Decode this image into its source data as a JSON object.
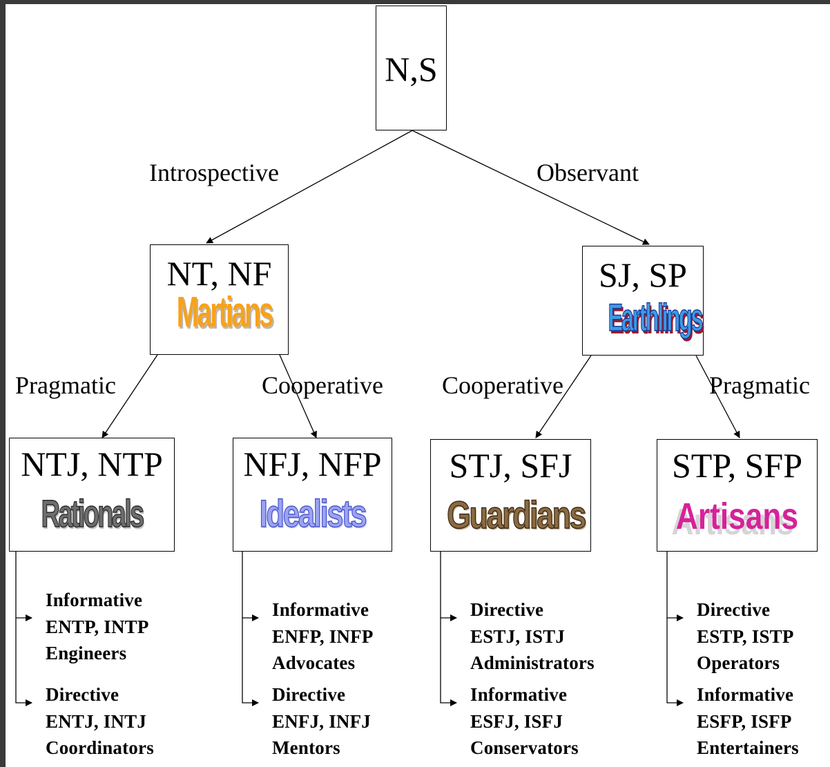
{
  "root": {
    "label": "N,S"
  },
  "branches": {
    "introspective": "Introspective",
    "observant": "Observant",
    "left_pragmatic": "Pragmatic",
    "left_cooperative": "Cooperative",
    "right_cooperative": "Cooperative",
    "right_pragmatic": "Pragmatic"
  },
  "mid_boxes": [
    {
      "code": "NT, NF",
      "wordart": "Martians"
    },
    {
      "code": "SJ, SP",
      "wordart": "Earthlings"
    }
  ],
  "temperaments": [
    {
      "code": "NTJ, NTP",
      "wordart": "Rationals",
      "groups": [
        {
          "role": "Informative",
          "types": "ENTP, INTP",
          "name": "Engineers"
        },
        {
          "role": "Directive",
          "types": "ENTJ, INTJ",
          "name": "Coordinators"
        }
      ]
    },
    {
      "code": "NFJ, NFP",
      "wordart": "Idealists",
      "groups": [
        {
          "role": "Informative",
          "types": "ENFP, INFP",
          "name": "Advocates"
        },
        {
          "role": "Directive",
          "types": "ENFJ, INFJ",
          "name": "Mentors"
        }
      ]
    },
    {
      "code": "STJ, SFJ",
      "wordart": "Guardians",
      "groups": [
        {
          "role": "Directive",
          "types": "ESTJ, ISTJ",
          "name": "Administrators"
        },
        {
          "role": "Informative",
          "types": "ESFJ, ISFJ",
          "name": "Conservators"
        }
      ]
    },
    {
      "code": "STP, SFP",
      "wordart": "Artisans",
      "groups": [
        {
          "role": "Directive",
          "types": "ESTP, ISTP",
          "name": "Operators"
        },
        {
          "role": "Informative",
          "types": "ESFP, ISFP",
          "name": "Entertainers"
        }
      ]
    }
  ]
}
